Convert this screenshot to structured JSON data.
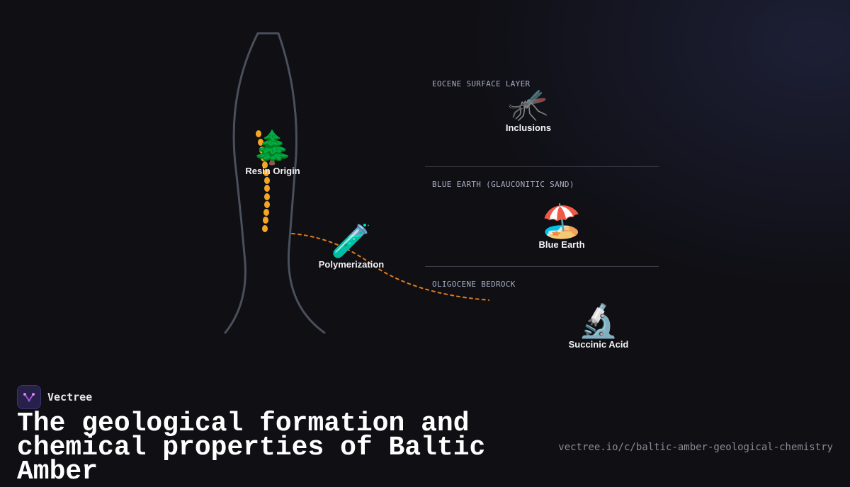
{
  "brand": {
    "name": "Vectree",
    "logo_icon": "vectree-logo-icon"
  },
  "page": {
    "title": "The geological formation and chemical properties of Baltic Amber",
    "url": "vectree.io/c/baltic-amber-geological-chemistry"
  },
  "layers": [
    {
      "id": "eocene",
      "label": "EOCENE SURFACE LAYER"
    },
    {
      "id": "blue-earth",
      "label": "BLUE EARTH (GLAUCONITIC SAND)"
    },
    {
      "id": "oligocene",
      "label": "OLIGOCENE BEDROCK"
    }
  ],
  "nodes": [
    {
      "id": "resin-origin",
      "label": "Resin Origin",
      "icon": "evergreen-tree-icon",
      "glyph": "🌲"
    },
    {
      "id": "polymerization",
      "label": "Polymerization",
      "icon": "test-tube-icon",
      "glyph": "🧪"
    },
    {
      "id": "inclusions",
      "label": "Inclusions",
      "icon": "mosquito-icon",
      "glyph": "🦟"
    },
    {
      "id": "blue-earth",
      "label": "Blue Earth",
      "icon": "beach-umbrella-icon",
      "glyph": "🏖️"
    },
    {
      "id": "succinic-acid",
      "label": "Succinic Acid",
      "icon": "microscope-icon",
      "glyph": "🔬"
    }
  ],
  "colors": {
    "background": "#0f0f14",
    "resin_amber": "#f5a623",
    "flow_line": "#e07a1c",
    "trunk_outline": "#4a4f5c",
    "divider": "#3a3c48",
    "layer_label": "#a8acc0",
    "logo_accent": "#b04ad8"
  }
}
